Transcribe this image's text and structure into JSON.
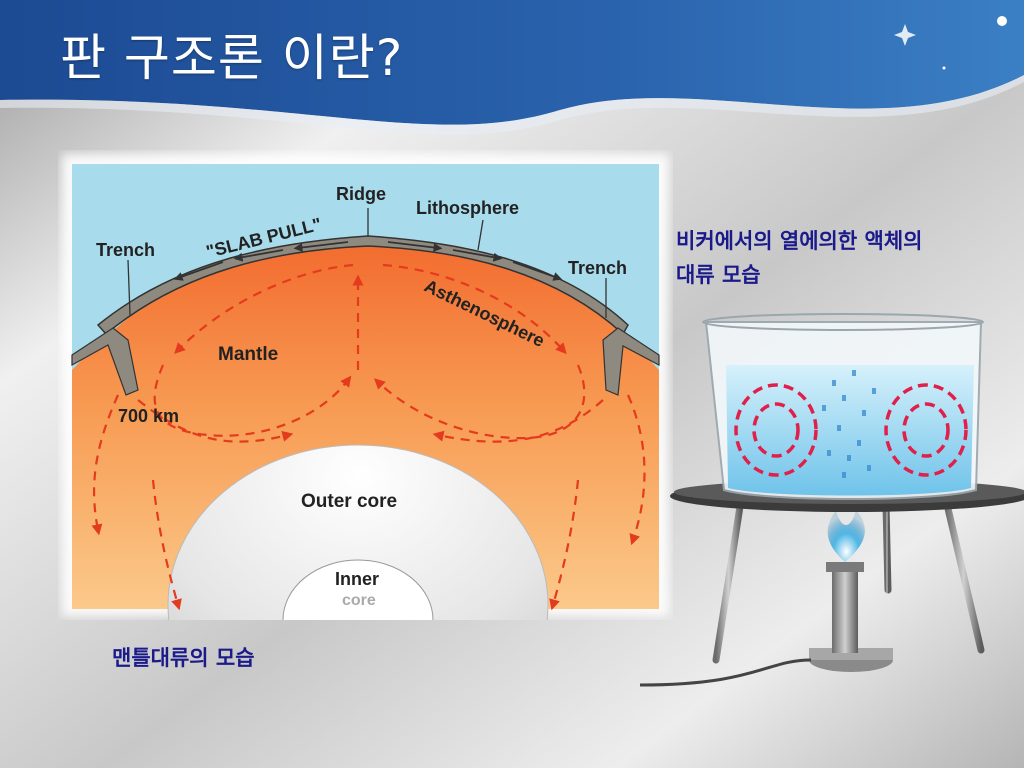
{
  "slide": {
    "title": "판 구조론 이란?"
  },
  "mantle_diagram": {
    "labels": {
      "ridge": "Ridge",
      "lithosphere": "Lithosphere",
      "slab_pull": "\"SLAB PULL\"",
      "trench_left": "Trench",
      "trench_right": "Trench",
      "asthenosphere": "Asthenosphere",
      "mantle": "Mantle",
      "depth": "700 km",
      "outer_core": "Outer core",
      "inner_core_line1": "Inner",
      "inner_core_line2": "core"
    },
    "caption": "맨틀대류의 모습"
  },
  "beaker_diagram": {
    "caption_line1": "비커에서의 열에의한 액체의",
    "caption_line2": "대류 모습"
  },
  "colors": {
    "header_blue": "#1b4f9c",
    "caption_text": "#1a1a8a",
    "mantle_orange": "#f59a4a",
    "sky_blue": "#a8dcec",
    "water_blue": "#8fd3f0"
  }
}
